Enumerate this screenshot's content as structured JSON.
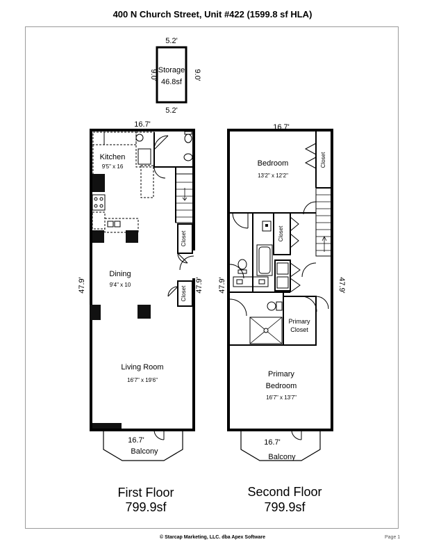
{
  "header": {
    "title": "400 N Church Street, Unit #422 (1599.8 sf HLA)"
  },
  "storage": {
    "label": "Storage",
    "area": "46.8sf",
    "top_dim": "5.2'",
    "bottom_dim": "5.2'",
    "left_dim": "9.0'",
    "right_dim": "9.0'"
  },
  "first_floor": {
    "name": "First Floor",
    "area": "799.9sf",
    "top_dim": "16.7'",
    "left_dim": "47.9'",
    "right_dim": "47.9'",
    "balcony_dim": "16.7'",
    "rooms": {
      "kitchen": {
        "name": "Kitchen",
        "size": "9'5\" x 16"
      },
      "dining": {
        "name": "Dining",
        "size": "9'4\" x 10"
      },
      "living": {
        "name": "Living Room",
        "size": "16'7\" x 19'6\""
      },
      "closet_upper": "Closet",
      "closet_lower": "Closet",
      "balcony": "Balcony"
    }
  },
  "second_floor": {
    "name": "Second Floor",
    "area": "799.9sf",
    "top_dim": "16.7'",
    "left_dim": "47.9'",
    "right_dim": "47.9'",
    "balcony_dim": "16.7'",
    "rooms": {
      "bedroom": {
        "name": "Bedroom",
        "size": "13'2\" x 12'2\""
      },
      "closet_bedroom": "Closet",
      "closet_middle": "Closet",
      "primary_closet_line1": "Primary",
      "primary_closet_line2": "Closet",
      "primary_bedroom_line1": "Primary",
      "primary_bedroom_line2": "Bedroom",
      "primary_bedroom_size": "16'7\" x 13'7\"",
      "balcony": "Balcony"
    }
  },
  "footer": {
    "copyright": "© Starcap Marketing, LLC. dba Apex Software",
    "page": "Page 1"
  }
}
